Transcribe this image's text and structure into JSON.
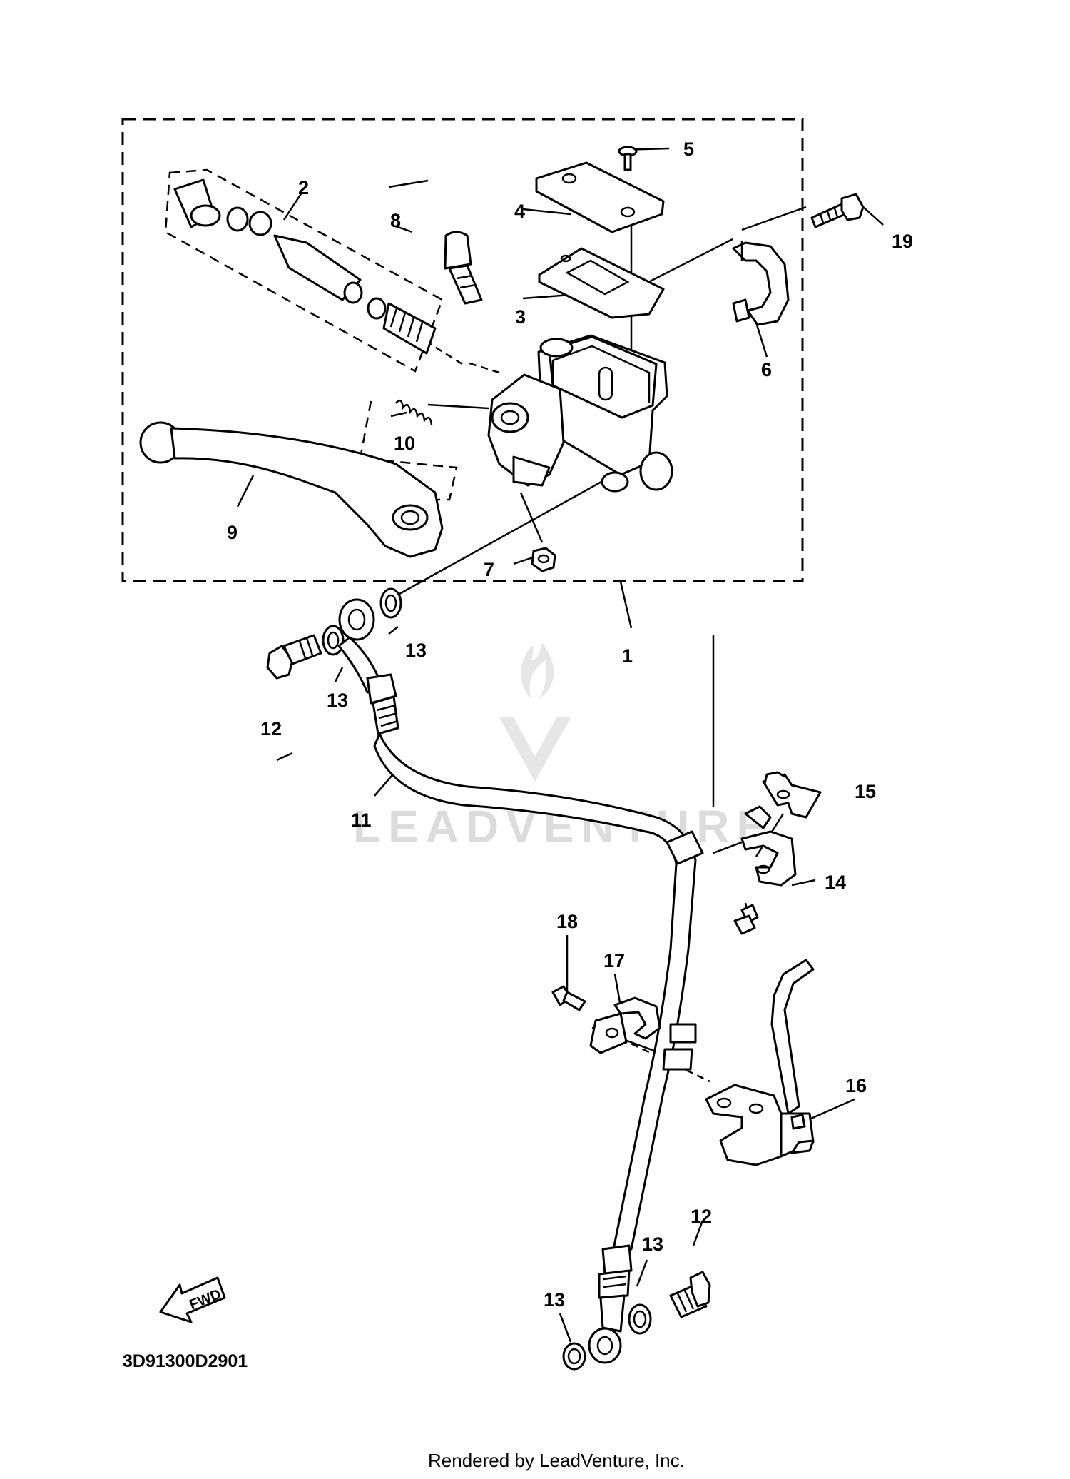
{
  "diagram_code": "3D91300D2901",
  "credit": "Rendered by LeadVenture, Inc.",
  "watermark": "LEADVENTURE",
  "fwd_label": "FWD",
  "callouts": [
    {
      "id": "c1",
      "label": "1"
    },
    {
      "id": "c2",
      "label": "2"
    },
    {
      "id": "c3",
      "label": "3"
    },
    {
      "id": "c4",
      "label": "4"
    },
    {
      "id": "c5",
      "label": "5"
    },
    {
      "id": "c6",
      "label": "6"
    },
    {
      "id": "c7",
      "label": "7"
    },
    {
      "id": "c8",
      "label": "8"
    },
    {
      "id": "c9",
      "label": "9"
    },
    {
      "id": "c10",
      "label": "10"
    },
    {
      "id": "c11",
      "label": "11"
    },
    {
      "id": "c12a",
      "label": "12"
    },
    {
      "id": "c12b",
      "label": "12"
    },
    {
      "id": "c13a",
      "label": "13"
    },
    {
      "id": "c13b",
      "label": "13"
    },
    {
      "id": "c13c",
      "label": "13"
    },
    {
      "id": "c13d",
      "label": "13"
    },
    {
      "id": "c14",
      "label": "14"
    },
    {
      "id": "c15",
      "label": "15"
    },
    {
      "id": "c16",
      "label": "16"
    },
    {
      "id": "c17",
      "label": "17"
    },
    {
      "id": "c18",
      "label": "18"
    },
    {
      "id": "c19",
      "label": "19"
    }
  ]
}
